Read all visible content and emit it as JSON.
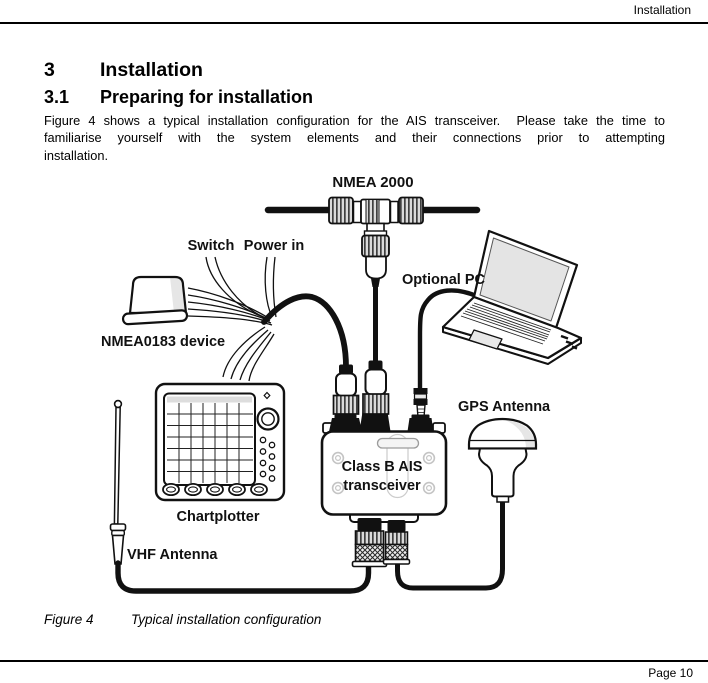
{
  "page": {
    "header": "Installation",
    "footer": "Page 10"
  },
  "section": {
    "number": "3",
    "title": "Installation",
    "sub_number": "3.1",
    "sub_title": "Preparing for installation",
    "body_lines": [
      "Figure 4 shows a typical installation configuration for the AIS transceiver.  Please take the time to",
      "familiarise yourself with the system elements and their connections prior to attempting",
      "installation."
    ]
  },
  "figure": {
    "caption_label": "Figure 4",
    "caption_text": "Typical installation configuration",
    "labels": {
      "nmea2000": "NMEA 2000",
      "switch": "Switch",
      "power_in": "Power in",
      "optional_pc": "Optional PC",
      "nmea0183": "NMEA0183 device",
      "gps_antenna": "GPS Antenna",
      "transceiver_line1": "Class B AIS",
      "transceiver_line2": "transceiver",
      "chartplotter": "Chartplotter",
      "vhf_antenna": "VHF Antenna"
    },
    "colors": {
      "line": "#111111",
      "screen_fill": "#e4e4e4",
      "shade_fill": "#e6e6e6"
    }
  }
}
